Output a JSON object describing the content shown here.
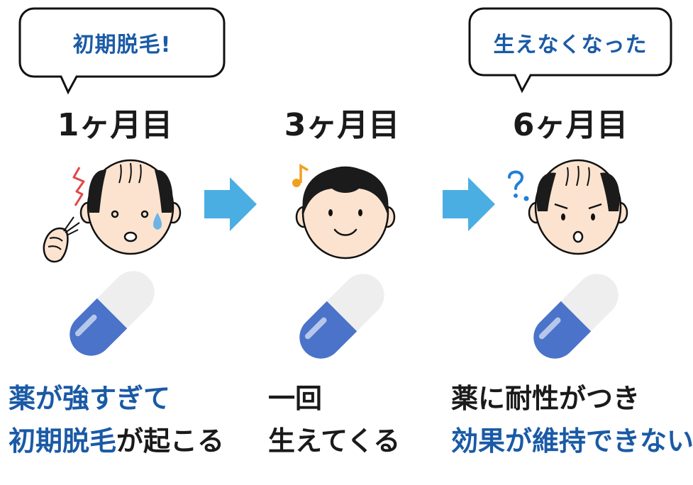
{
  "steps": [
    {
      "month": "1ヶ月目",
      "bubble": "初期脱毛!",
      "caption_line1": [
        {
          "text": "薬が強すぎて",
          "color": "blue"
        }
      ],
      "caption_line2": [
        {
          "text": "初期脱毛",
          "color": "blue"
        },
        {
          "text": "が起こる",
          "color": "dark"
        }
      ]
    },
    {
      "month": "3ヶ月目",
      "caption_line1": [
        {
          "text": "一回",
          "color": "dark"
        }
      ],
      "caption_line2": [
        {
          "text": "生えてくる",
          "color": "dark"
        }
      ]
    },
    {
      "month": "6ヶ月目",
      "bubble": "生えなくなった",
      "caption_line1": [
        {
          "text": "薬に耐性がつき",
          "color": "dark"
        }
      ],
      "caption_line2": [
        {
          "text": "効果が維持できない",
          "color": "blue"
        }
      ]
    }
  ],
  "colors": {
    "accent_blue": "#1a5aa6",
    "arrow": "#4aaee3",
    "pill_blue": "#4a73c9",
    "pill_white": "#eeeeee",
    "skin": "#fbe3cf",
    "hair": "#1b1b1b",
    "sweat": "#6db4e6",
    "question": "#1e7fd8",
    "note": "#f0a020",
    "lightning": "#e04848"
  }
}
